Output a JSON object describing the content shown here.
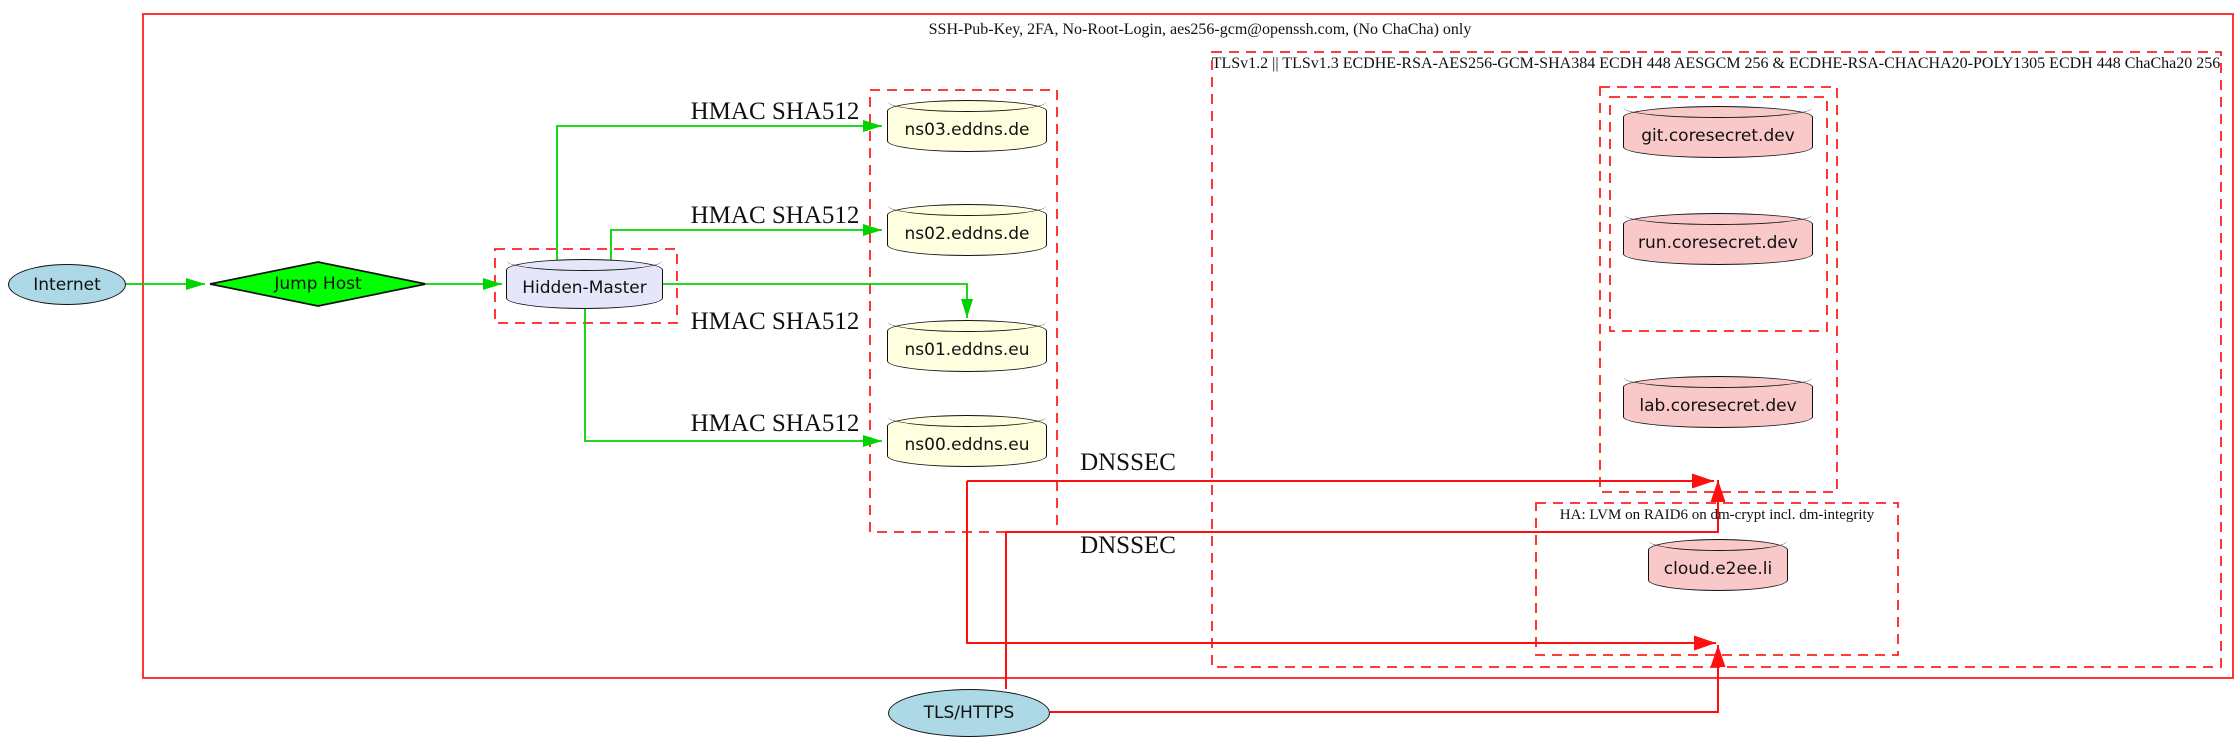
{
  "diagram": {
    "clusters": {
      "ssh": "SSH-Pub-Key, 2FA, No-Root-Login, aes256-gcm@openssh.com, (No ChaCha) only",
      "tls": "TLSv1.2 || TLSv1.3 ECDHE-RSA-AES256-GCM-SHA384 ECDH 448 AESGCM 256 & ECDHE-RSA-CHACHA20-POLY1305 ECDH 448 ChaCha20 256",
      "ha": "HA: LVM on RAID6 on dm-crypt incl. dm-integrity"
    },
    "nodes": {
      "internet": "Internet",
      "jump_host": "Jump Host",
      "hidden_master": "Hidden-Master",
      "ns03": "ns03.eddns.de",
      "ns02": "ns02.eddns.de",
      "ns01": "ns01.eddns.eu",
      "ns00": "ns00.eddns.eu",
      "git": "git.coresecret.dev",
      "run": "run.coresecret.dev",
      "lab": "lab.coresecret.dev",
      "cloud": "cloud.e2ee.li",
      "tls_https": "TLS/HTTPS"
    },
    "edge_labels": {
      "hmac_ns03": "HMAC SHA512",
      "hmac_ns02": "HMAC SHA512",
      "hmac_ns01": "HMAC SHA512",
      "hmac_ns00": "HMAC SHA512",
      "dnssec_upper": "DNSSEC",
      "dnssec_lower": "DNSSEC"
    },
    "colors": {
      "cluster_border_red": "#ff2020",
      "edge_green": "#00d400",
      "edge_red": "#ff0f0f",
      "internet_fill": "#add8e6",
      "jump_host_fill": "#00ff00",
      "hidden_master_fill": "#e6e6fa",
      "nameserver_fill": "#ffffe0",
      "secret_fill": "#f9c8c8",
      "node_border": "#111111"
    }
  }
}
